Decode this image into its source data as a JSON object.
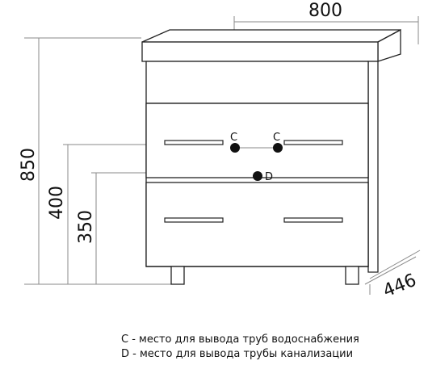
{
  "dimensions": {
    "width": "800",
    "height": "850",
    "depth": "446",
    "height_c": "400",
    "height_d": "350"
  },
  "points": {
    "c_label": "C",
    "d_label": "D"
  },
  "legend": {
    "c_text": "С - место для вывода труб водоснабжения",
    "d_text": "D - место для вывода трубы канализации"
  }
}
